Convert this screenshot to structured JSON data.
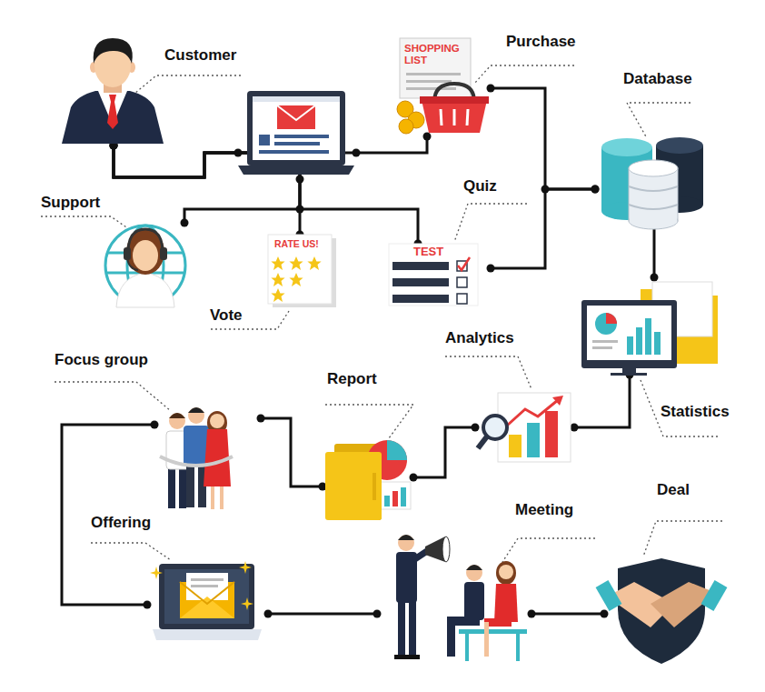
{
  "diagram": {
    "nodes": [
      {
        "text": [
          "Customer"
        ]
      },
      {
        "text": [
          "Purchase"
        ]
      },
      {
        "text": [
          "Database"
        ]
      },
      {
        "text": [
          "Support"
        ]
      },
      {
        "text": [
          "Vote"
        ]
      },
      {
        "text": [
          "Quiz"
        ]
      },
      {
        "text": [
          "Statistics"
        ]
      },
      {
        "text": [
          "Analytics"
        ]
      },
      {
        "text": [
          "Report"
        ]
      },
      {
        "text": [
          "Focus group"
        ]
      },
      {
        "text": [
          "Offering"
        ]
      },
      {
        "text": [
          "Meeting"
        ]
      },
      {
        "text": [
          "Deal"
        ]
      }
    ],
    "edges": [
      {
        "from": 0,
        "to": 1,
        "arrow": "none"
      },
      {
        "from": 0,
        "to": 3,
        "arrow": "none"
      },
      {
        "from": 0,
        "to": 4,
        "arrow": "none"
      },
      {
        "from": 0,
        "to": 5,
        "arrow": "none"
      },
      {
        "from": 1,
        "to": 2,
        "arrow": "none"
      },
      {
        "from": 5,
        "to": 2,
        "arrow": "none"
      },
      {
        "from": 2,
        "to": 6,
        "arrow": "none"
      },
      {
        "from": 6,
        "to": 7,
        "arrow": "none"
      },
      {
        "from": 7,
        "to": 8,
        "arrow": "none"
      },
      {
        "from": 8,
        "to": 9,
        "arrow": "none"
      },
      {
        "from": 9,
        "to": 10,
        "arrow": "none"
      },
      {
        "from": 10,
        "to": 11,
        "arrow": "none"
      },
      {
        "from": 11,
        "to": 12,
        "arrow": "none"
      }
    ],
    "labels": [
      "SHOPPING LIST",
      "RATE US!",
      "TEST"
    ]
  }
}
